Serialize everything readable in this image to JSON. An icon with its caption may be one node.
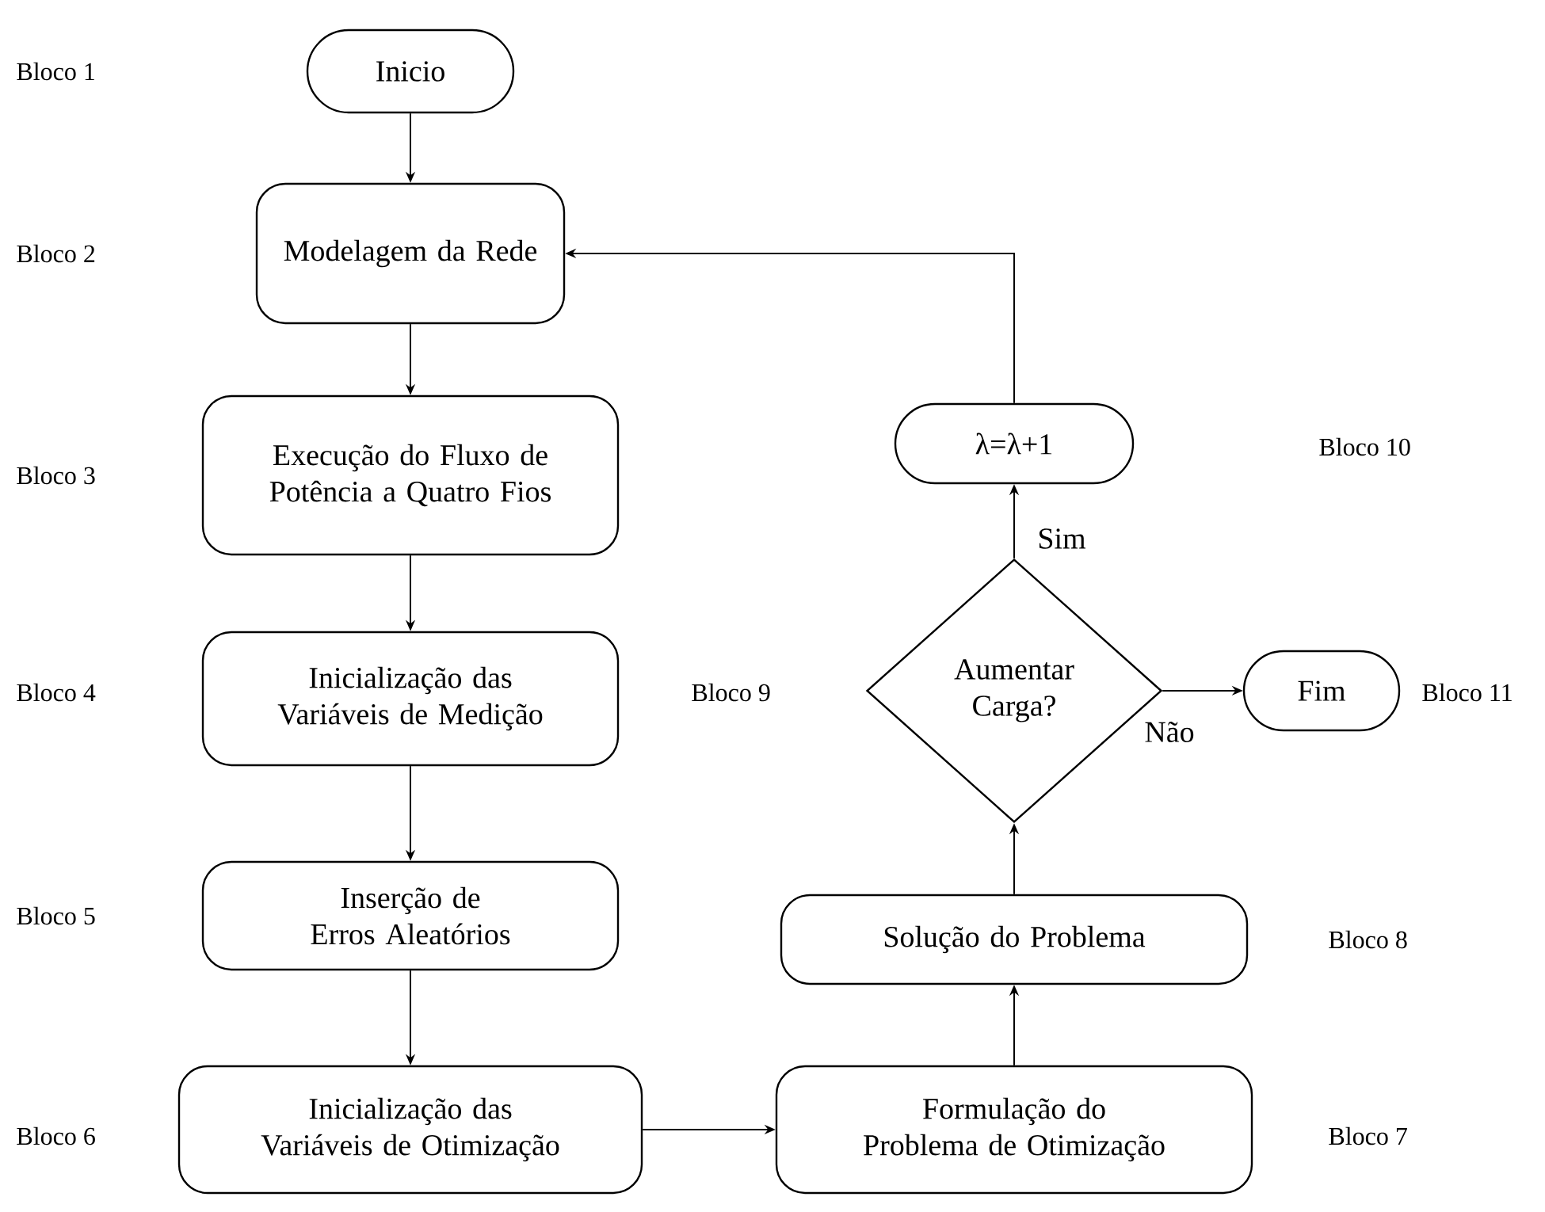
{
  "diagram": {
    "nodes": [
      {
        "text": [
          "Inicio"
        ]
      },
      {
        "text": [
          "Modelagem da Rede"
        ]
      },
      {
        "text": [
          "Execução do Fluxo de Potência a Quatro Fios"
        ]
      },
      {
        "text": [
          "Inicialização das Variáveis de Medição"
        ]
      },
      {
        "text": [
          "Inserção de Erros Aleatórios"
        ]
      },
      {
        "text": [
          "Inicialização das Variáveis de Otimização"
        ]
      },
      {
        "text": [
          "Formulação do Problema de Otimização"
        ]
      },
      {
        "text": [
          "Solução do Problema"
        ]
      },
      {
        "text": [
          "Aumentar Carga?"
        ]
      },
      {
        "text": [
          "λ=λ+1"
        ]
      },
      {
        "text": [
          "Fim"
        ]
      }
    ],
    "edges": [
      {
        "from": 0,
        "to": 1,
        "arrow": "to"
      },
      {
        "from": 1,
        "to": 2,
        "arrow": "to"
      },
      {
        "from": 2,
        "to": 3,
        "arrow": "to"
      },
      {
        "from": 3,
        "to": 4,
        "arrow": "to"
      },
      {
        "from": 4,
        "to": 5,
        "arrow": "to"
      },
      {
        "from": 5,
        "to": 6,
        "arrow": "to"
      },
      {
        "from": 6,
        "to": 7,
        "arrow": "to"
      },
      {
        "from": 7,
        "to": 8,
        "arrow": "to"
      },
      {
        "from": 8,
        "to": 9,
        "arrow": "to",
        "label": "Sim"
      },
      {
        "from": 8,
        "to": 10,
        "arrow": "to",
        "label": "Não"
      },
      {
        "from": 9,
        "to": 1,
        "arrow": "to"
      }
    ],
    "labels": [
      "Bloco 1",
      "Bloco 2",
      "Bloco 3",
      "Bloco 4",
      "Bloco 5",
      "Bloco 6",
      "Bloco 7",
      "Bloco 8",
      "Bloco 9",
      "Bloco 10",
      "Bloco 11"
    ]
  }
}
